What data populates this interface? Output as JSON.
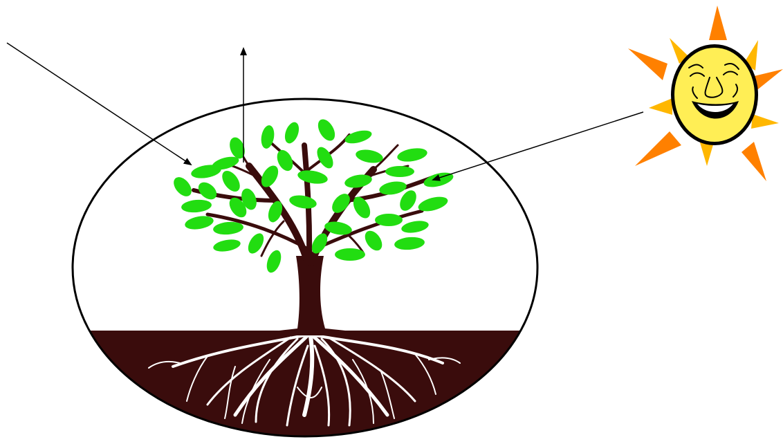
{
  "diagram": {
    "title": "",
    "colors": {
      "background": "#ffffff",
      "outline": "#000000",
      "soil": "#3a0c0c",
      "trunk": "#3a0c0c",
      "leaf": "#22dd11",
      "root": "#ffffff",
      "sun_ray_outer": "#ff8000",
      "sun_ray_inner": "#ffb700",
      "sun_face": "#ffee55"
    },
    "icons": {
      "tree": "tree-icon",
      "sun": "smiling-sun-icon",
      "roots": "roots-icon"
    },
    "arrows": [
      {
        "id": "arrow-in-from-left",
        "label": "",
        "direction": "into-leaves"
      },
      {
        "id": "arrow-out-up",
        "label": "",
        "direction": "out-of-leaves"
      },
      {
        "id": "arrow-from-sun",
        "label": "",
        "direction": "sun-to-leaves"
      }
    ]
  }
}
